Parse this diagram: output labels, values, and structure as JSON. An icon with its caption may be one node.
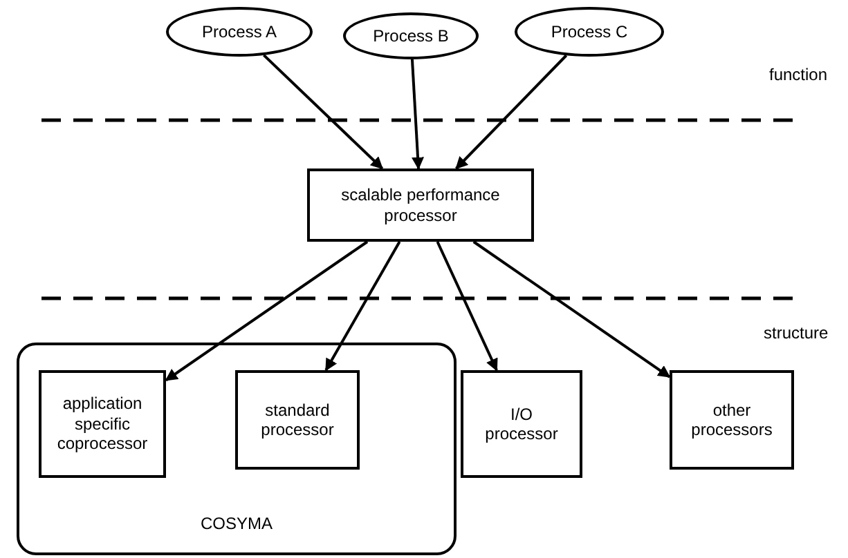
{
  "diagram": {
    "nodes": [
      {
        "text": [
          "Process A"
        ]
      },
      {
        "text": [
          "Process B"
        ]
      },
      {
        "text": [
          "Process C"
        ]
      },
      {
        "text": [
          "scalable performance processor"
        ]
      },
      {
        "text": [
          "COSYMA"
        ]
      },
      {
        "text": [
          "application specific coprocessor"
        ],
        "in": 4
      },
      {
        "text": [
          "standard processor"
        ],
        "in": 4
      },
      {
        "text": [
          "I/O processor"
        ]
      },
      {
        "text": [
          "other processors"
        ]
      }
    ],
    "edges": [
      {
        "from": 0,
        "to": 3,
        "arrow": "to"
      },
      {
        "from": 1,
        "to": 3,
        "arrow": "to"
      },
      {
        "from": 2,
        "to": 3,
        "arrow": "to"
      },
      {
        "from": 3,
        "to": 5,
        "arrow": "to"
      },
      {
        "from": 3,
        "to": 6,
        "arrow": "to"
      },
      {
        "from": 3,
        "to": 7,
        "arrow": "to"
      },
      {
        "from": 3,
        "to": 8,
        "arrow": "to"
      }
    ],
    "labels": [
      "function",
      "structure"
    ]
  }
}
